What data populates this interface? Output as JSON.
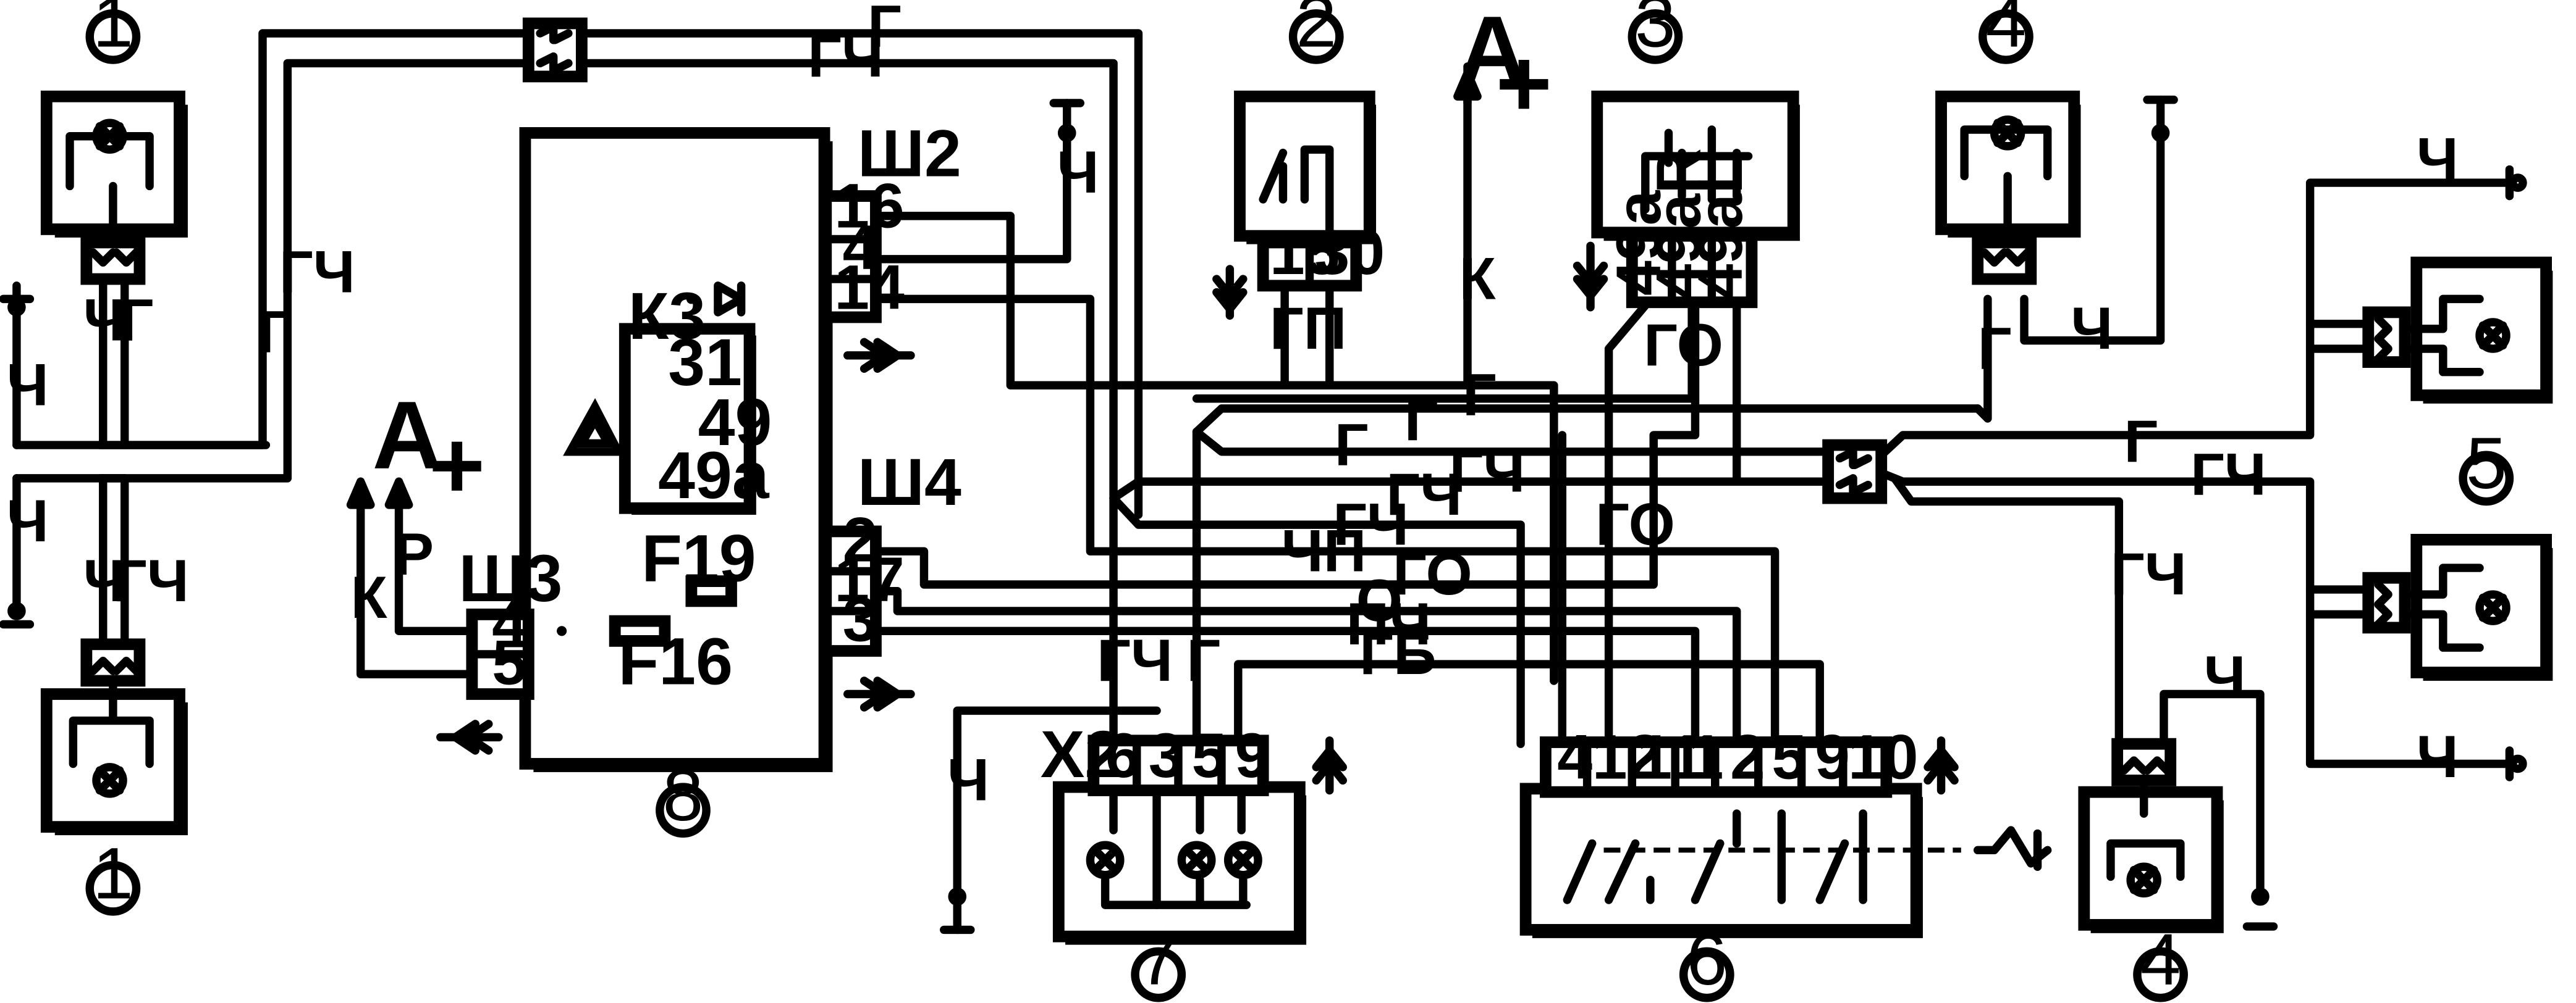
{
  "callouts": [
    "1",
    "1",
    "2",
    "3",
    "4",
    "4",
    "5",
    "6",
    "7",
    "8"
  ],
  "supply": {
    "a": "А",
    "plus": "+"
  },
  "connectors": {
    "sh2": "Ш2",
    "sh3": "Ш3",
    "sh4": "Ш4",
    "x2": "Х2",
    "k3": "К3"
  },
  "fuses": {
    "f19": "F19",
    "f16": "F16"
  },
  "relay_pins": {
    "p31": "31",
    "p49": "49",
    "p49a": "49a"
  },
  "unit8_pins": [
    "16",
    "4",
    "14",
    "2",
    "17",
    "3"
  ],
  "sh3_pins": [
    "4",
    "5"
  ],
  "switch2_pins": [
    "15",
    "30"
  ],
  "switch3_pins": [
    "49a",
    "49aR",
    "49aL"
  ],
  "x2_pins": [
    "6",
    "3",
    "5",
    "9"
  ],
  "block6_pins": [
    "4",
    "12",
    "11",
    "1",
    "2",
    "5",
    "9",
    "10"
  ],
  "wire_colors": {
    "g": "Г",
    "gch": "ГЧ",
    "ch": "Ч",
    "k": "К",
    "r": "Р",
    "gp": "ГП",
    "go": "ГО",
    "chp": "ЧП",
    "o": "О",
    "pch": "ПЧ",
    "gb": "ГБ"
  }
}
